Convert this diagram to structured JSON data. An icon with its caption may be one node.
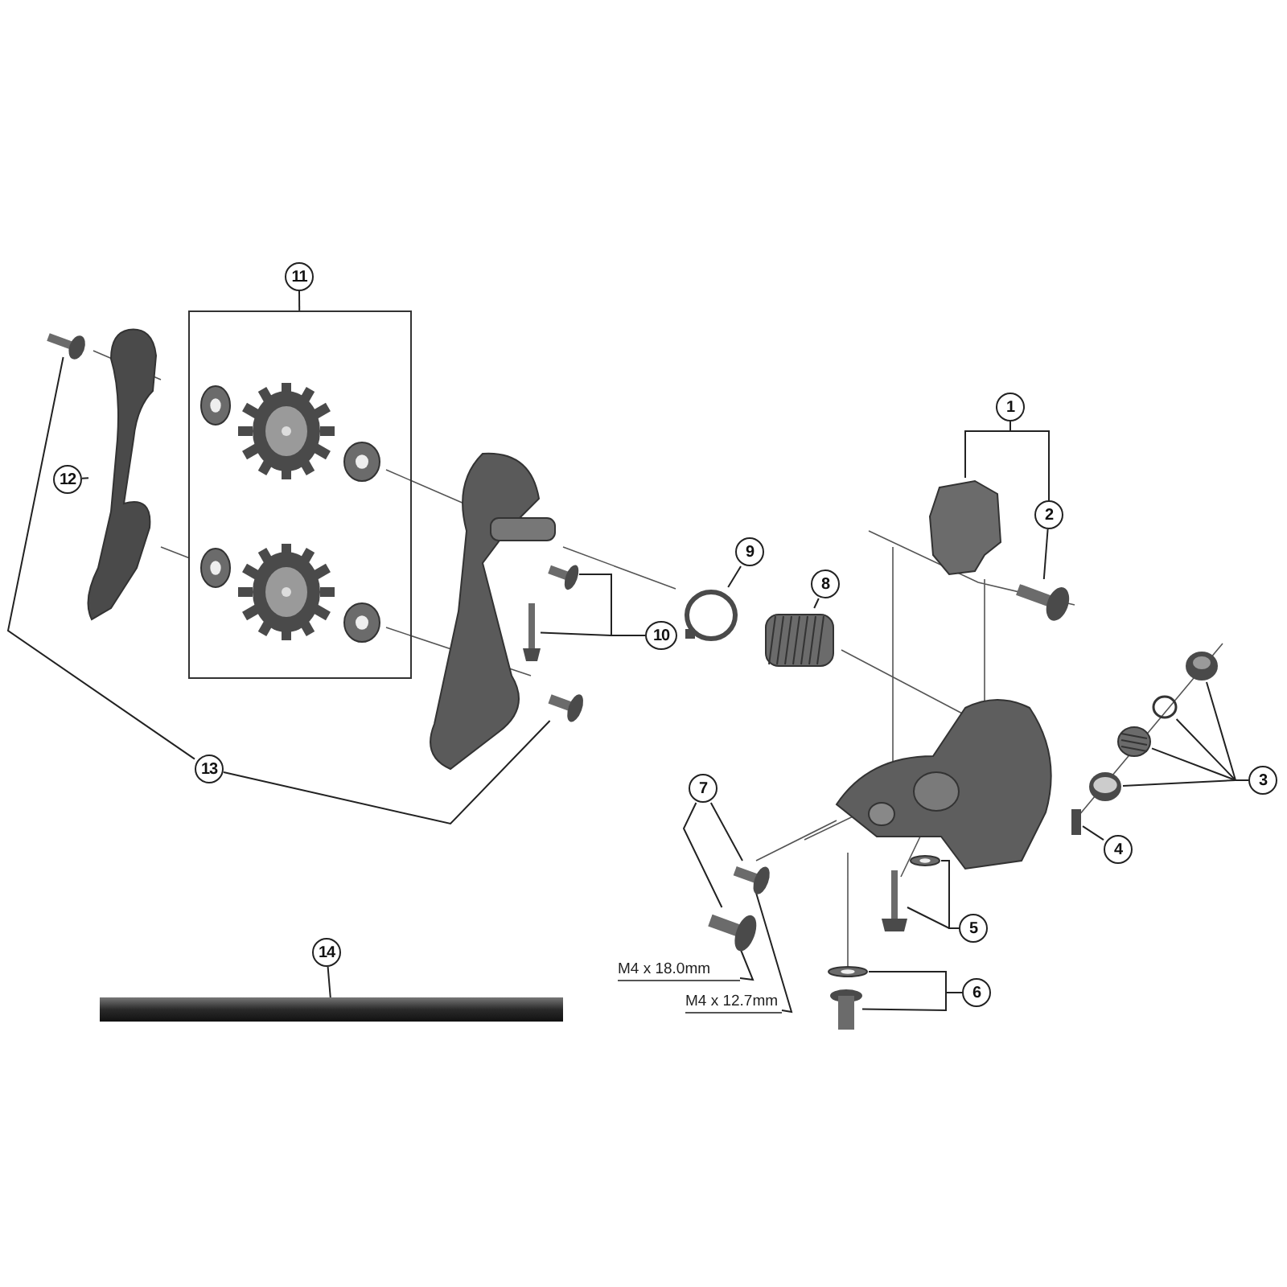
{
  "diagram": {
    "nodes": [
      {
        "text": [
          "1"
        ]
      },
      {
        "text": [
          "2"
        ]
      },
      {
        "text": [
          "3"
        ]
      },
      {
        "text": [
          "4"
        ]
      },
      {
        "text": [
          "5"
        ]
      },
      {
        "text": [
          "6"
        ]
      },
      {
        "text": [
          "7"
        ]
      },
      {
        "text": [
          "8"
        ]
      },
      {
        "text": [
          "9"
        ]
      },
      {
        "text": [
          "10"
        ]
      },
      {
        "text": [
          "11"
        ]
      },
      {
        "text": [
          "12"
        ]
      },
      {
        "text": [
          "13"
        ]
      },
      {
        "text": [
          "14"
        ]
      },
      {
        "text": [
          "M4 x 18.0mm"
        ]
      },
      {
        "text": [
          "M4 x 12.7mm"
        ]
      },
      {
        "text": [],
        "shape": "picture"
      },
      {
        "text": [],
        "shape": "picture"
      },
      {
        "text": [],
        "shape": "picture"
      },
      {
        "text": [],
        "shape": "circle"
      },
      {
        "text": [],
        "shape": "picture"
      },
      {
        "text": [],
        "shape": "picture"
      },
      {
        "text": [],
        "shape": "bar"
      },
      {
        "text": [],
        "shape": "picture"
      },
      {
        "text": [],
        "shape": "picture"
      },
      {
        "text": [],
        "shape": "picture"
      },
      {
        "text": [],
        "shape": "picture"
      },
      {
        "text": [],
        "shape": "picture"
      },
      {
        "text": [],
        "shape": "picture"
      },
      {
        "text": [],
        "shape": "picture"
      },
      {
        "text": [],
        "shape": "picture"
      },
      {
        "text": [],
        "shape": "picture"
      },
      {
        "text": [],
        "shape": "picture"
      },
      {
        "text": [],
        "shape": "box"
      },
      {
        "text": [],
        "shape": "picture",
        "in": 33
      },
      {
        "text": [],
        "shape": "picture",
        "in": 33
      },
      {
        "text": [],
        "shape": "picture",
        "in": 33
      },
      {
        "text": [],
        "shape": "picture",
        "in": 33
      },
      {
        "text": [],
        "shape": "picture",
        "in": 33
      },
      {
        "text": [],
        "shape": "picture",
        "in": 33
      },
      {
        "text": [],
        "shape": "picture"
      },
      {
        "text": [],
        "shape": "picture"
      },
      {
        "text": [],
        "shape": "picture"
      },
      {
        "text": [],
        "shape": "picture"
      }
    ],
    "edges": [
      {
        "from": 0,
        "to": 16,
        "arrow": "none"
      },
      {
        "from": 0,
        "to": 1,
        "arrow": "none"
      },
      {
        "from": 1,
        "to": 17,
        "arrow": "none"
      },
      {
        "from": 2,
        "to": 18,
        "arrow": "none"
      },
      {
        "from": 2,
        "to": 19,
        "arrow": "none"
      },
      {
        "from": 2,
        "to": 20,
        "arrow": "none"
      },
      {
        "from": 2,
        "to": 21,
        "arrow": "none"
      },
      {
        "from": 3,
        "to": 22,
        "arrow": "none"
      },
      {
        "from": 4,
        "to": 23,
        "arrow": "none"
      },
      {
        "from": 4,
        "to": 24,
        "arrow": "none"
      },
      {
        "from": 5,
        "to": 25,
        "arrow": "none"
      },
      {
        "from": 5,
        "to": 26,
        "arrow": "none"
      },
      {
        "from": 6,
        "to": 27,
        "arrow": "none"
      },
      {
        "from": 6,
        "to": 28,
        "arrow": "none"
      },
      {
        "from": 14,
        "to": 28,
        "arrow": "none"
      },
      {
        "from": 15,
        "to": 27,
        "arrow": "none"
      },
      {
        "from": 7,
        "to": 29,
        "arrow": "none"
      },
      {
        "from": 8,
        "to": 30,
        "arrow": "none"
      },
      {
        "from": 9,
        "to": 31,
        "arrow": "none"
      },
      {
        "from": 9,
        "to": 32,
        "arrow": "none"
      },
      {
        "from": 10,
        "to": 33,
        "arrow": "none"
      },
      {
        "from": 11,
        "to": 40,
        "arrow": "none"
      },
      {
        "from": 12,
        "to": 41,
        "arrow": "none"
      },
      {
        "from": 12,
        "to": 42,
        "arrow": "none"
      },
      {
        "from": 13,
        "to": 43,
        "arrow": "none"
      }
    ]
  }
}
